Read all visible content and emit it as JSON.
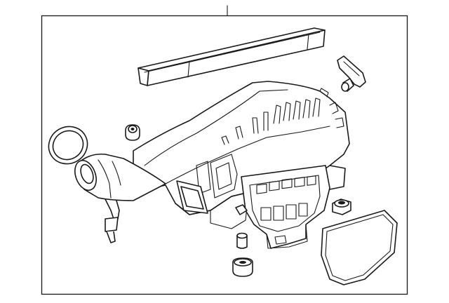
{
  "diagram": {
    "frame_color": "#1a1a1a",
    "background": "#ffffff",
    "parts": [
      {
        "id": "air-cleaner-assembly",
        "icon": "air-cleaner-housing"
      },
      {
        "id": "air-filter-element",
        "icon": "filter-panel"
      },
      {
        "id": "intake-duct",
        "icon": "intake-hose"
      },
      {
        "id": "duct-seal-ring",
        "icon": "o-ring"
      },
      {
        "id": "grommet-upper",
        "icon": "grommet"
      },
      {
        "id": "mass-airflow-sensor",
        "icon": "sensor"
      },
      {
        "id": "cover-gasket",
        "icon": "gasket"
      },
      {
        "id": "mount-nut",
        "icon": "hex-nut"
      },
      {
        "id": "bushing-small",
        "icon": "bushing"
      },
      {
        "id": "insulator-lower",
        "icon": "insulator"
      }
    ]
  }
}
